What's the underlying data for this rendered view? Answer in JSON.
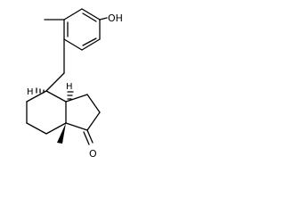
{
  "labels": {
    "hydroxyl": "OH",
    "ketone_oxygen": "O",
    "hydrogen_c4": "H",
    "hydrogen_c3a": "H"
  },
  "colors": {
    "ink": "#000000",
    "background": "#ffffff"
  }
}
